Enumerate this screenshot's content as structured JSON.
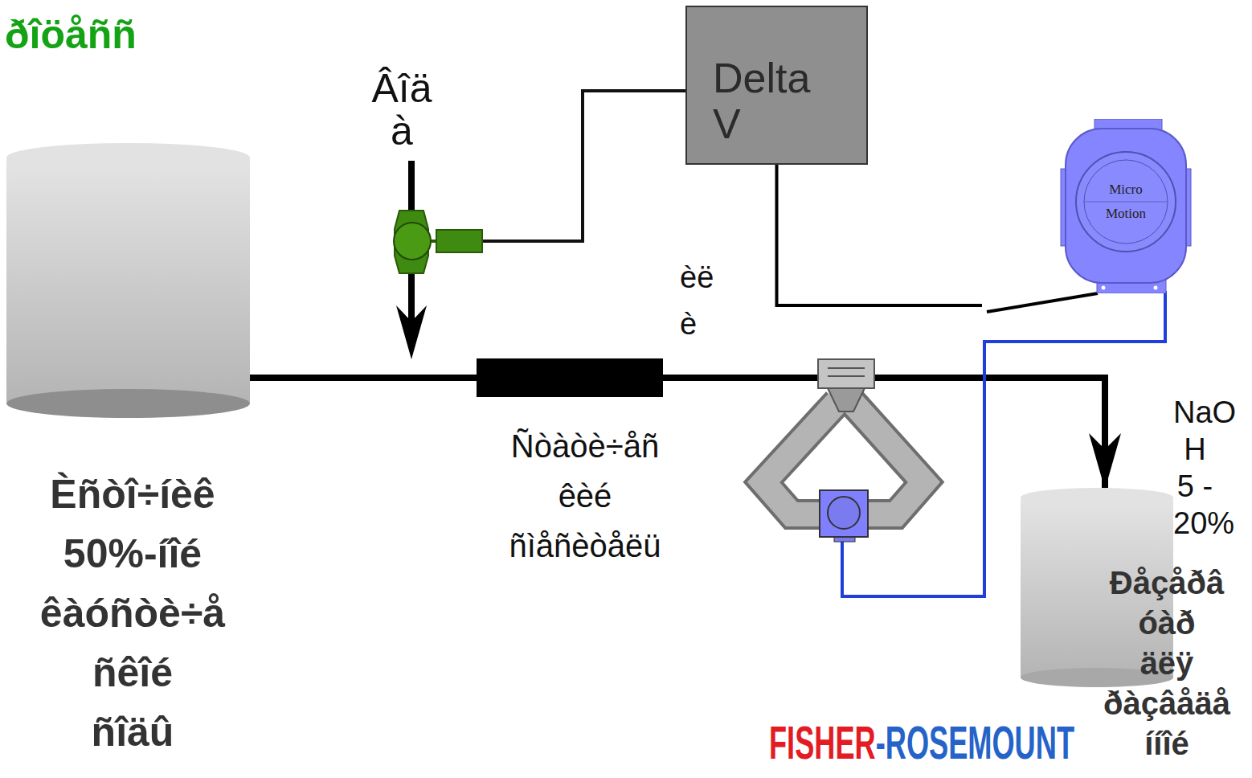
{
  "diagram": {
    "title": "ðîöåññ",
    "nodes": [
      {
        "text": [
          "Delta V"
        ]
      },
      {
        "text": [
          "Micro Motion"
        ]
      },
      {
        "text": [
          "Èñòî÷íèê 50%-íîé êàóñòè÷å ñêîé ñîäû"
        ]
      },
      {
        "text": [
          "Ñòàòè÷åñ êèé ñìåñèòåëü"
        ]
      },
      {
        "text": [
          "Ðåçåðâ óàð äëÿ ðàçâåäå ííîé"
        ]
      }
    ],
    "edges": [
      {
        "from": 0,
        "to": 1,
        "arrow": "none"
      },
      {
        "from": 2,
        "to": 3,
        "arrow": "none"
      },
      {
        "from": 3,
        "to": 4,
        "arrow": "to"
      }
    ],
    "labels": [
      "Âîä à",
      "èë è",
      "NaO H 5 - 20%",
      "FISHER",
      "-ROSEMOUNT"
    ]
  }
}
